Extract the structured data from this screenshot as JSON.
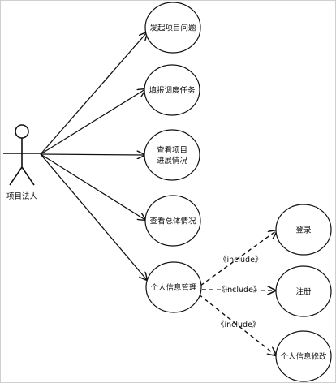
{
  "actor": {
    "name": "项目法人"
  },
  "use_cases": [
    {
      "id": "uc1",
      "label": "发起项目问题"
    },
    {
      "id": "uc2",
      "label": "填报调度任务"
    },
    {
      "id": "uc3",
      "label_line1": "查看项目",
      "label_line2": "进展情况"
    },
    {
      "id": "uc4",
      "label": "查看总体情况"
    },
    {
      "id": "uc5",
      "label": "个人信息管理"
    },
    {
      "id": "uc6",
      "label": "登录"
    },
    {
      "id": "uc7",
      "label": "注册"
    },
    {
      "id": "uc8",
      "label": "个人信息修改"
    }
  ],
  "relations": {
    "include_label": "《include》"
  },
  "colors": {
    "stroke": "#111111",
    "background": "#ffffff",
    "frame": "#cfcfcf"
  }
}
